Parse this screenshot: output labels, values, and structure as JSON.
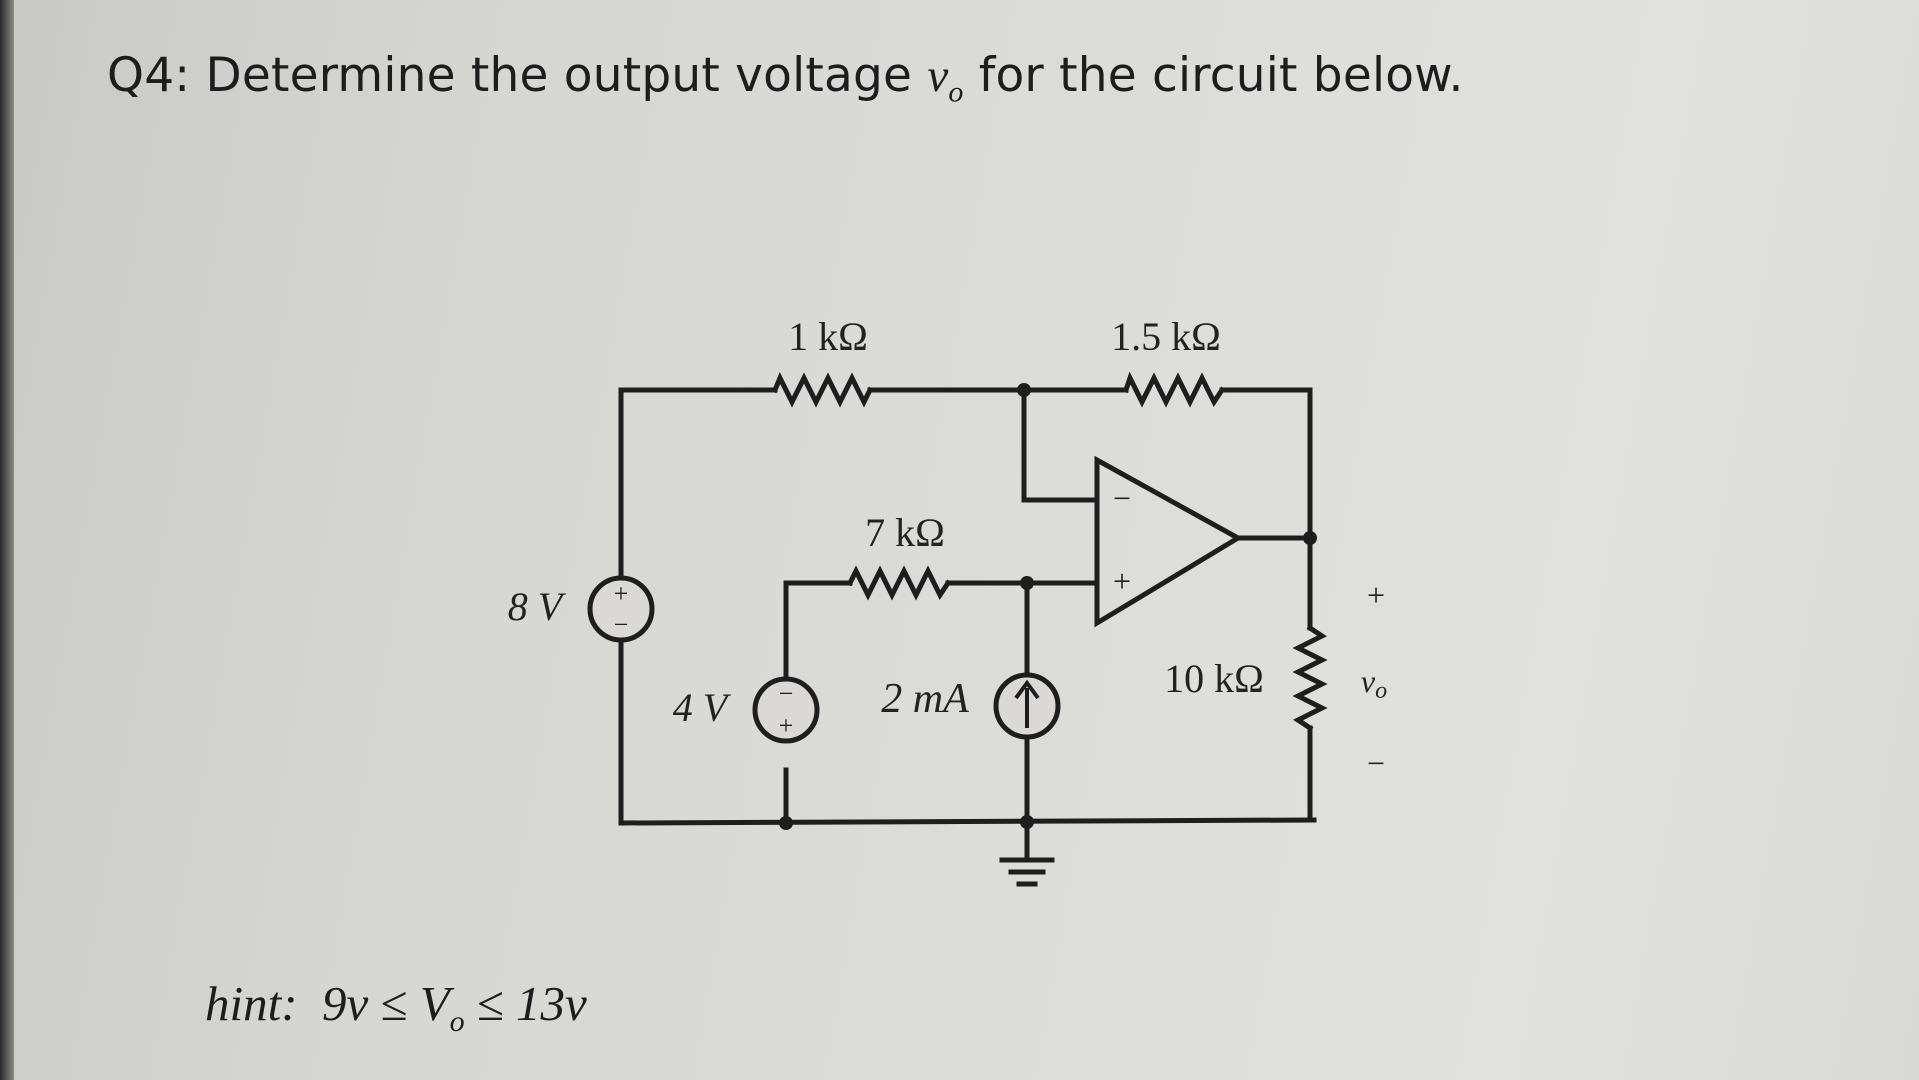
{
  "question": {
    "number": "Q4:",
    "text_before": "Determine the output voltage",
    "var": "v",
    "var_sub": "o",
    "text_after": "for the circuit below."
  },
  "circuit": {
    "r1": "1 kΩ",
    "r2": "1.5 kΩ",
    "r3": "7 kΩ",
    "r4": "10 kΩ",
    "src_8v": "8 V",
    "src_4v": "4 V",
    "src_2ma": "2 mA",
    "vo_plus": "+",
    "vo_minus": "−",
    "vo_label": "v",
    "vo_label_sub": "o",
    "opamp_minus": "−",
    "opamp_plus": "+",
    "src_8v_plus": "+",
    "src_8v_minus": "−",
    "src_4v_plus": "+",
    "src_4v_minus": "−"
  },
  "hint": {
    "prefix": "hint:",
    "lower": "9v",
    "op1": "≤",
    "var": "V",
    "var_sub": "o",
    "op2": "≤",
    "upper": "13v"
  }
}
